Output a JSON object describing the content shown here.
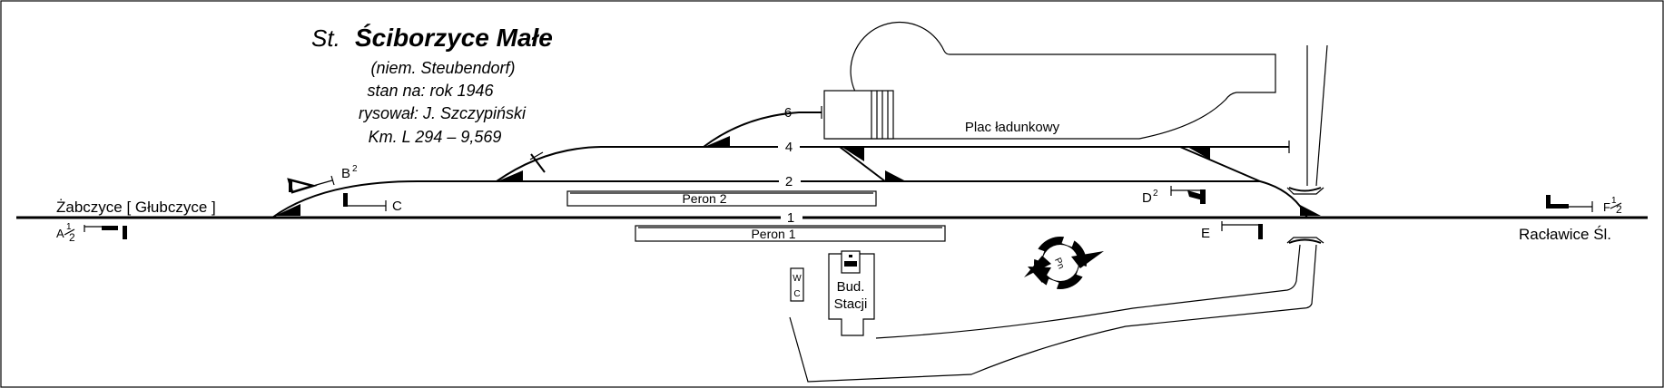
{
  "header": {
    "prefix": "St.",
    "station_name": "Ściborzyce Małe",
    "german_name": "(niem. Steubendorf)",
    "state": "stan na: rok 1946",
    "author": "rysował: J. Szczypiński",
    "km": "Km. L 294 – 9,569"
  },
  "directions": {
    "left": "Żabczyce [ Głubczyce ]",
    "right": "Racławice Śl."
  },
  "tracks": {
    "t1": "1",
    "t2": "2",
    "t4": "4",
    "t6": "6"
  },
  "platforms": {
    "peron1": "Peron 1",
    "peron2": "Peron 2"
  },
  "areas": {
    "loading_yard": "Plac ładunkowy"
  },
  "buildings": {
    "station_line1": "Bud.",
    "station_line2": "Stacji",
    "wc_w": "W",
    "wc_c": "C",
    "turntable_label": "Pn"
  },
  "signals": {
    "a": "A",
    "b": "B",
    "b_sup": "2",
    "c": "C",
    "d": "D",
    "d_sup": "2",
    "e": "E",
    "f": "F",
    "half_num": "1",
    "half_den": "2"
  },
  "colors": {
    "line": "#000000",
    "background": "#ffffff"
  }
}
